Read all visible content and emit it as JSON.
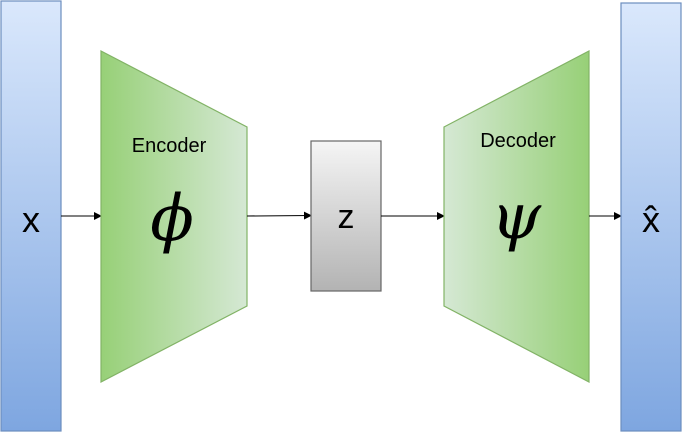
{
  "diagram": {
    "input": {
      "label": "x"
    },
    "encoder": {
      "title": "Encoder",
      "symbol": "ϕ"
    },
    "latent": {
      "label": "z"
    },
    "decoder": {
      "title": "Decoder",
      "symbol": "ψ"
    },
    "output": {
      "label": "x̂"
    }
  },
  "colors": {
    "bar_top": "#dae8fc",
    "bar_bottom": "#7ea6e0",
    "bar_stroke": "#6c8ebf",
    "trap_green": "#97d077",
    "trap_light": "#d5e8d4",
    "trap_stroke": "#82b366",
    "latent_top": "#f5f5f5",
    "latent_bottom": "#b3b3b3",
    "latent_stroke": "#666666",
    "arrow": "#000000"
  }
}
